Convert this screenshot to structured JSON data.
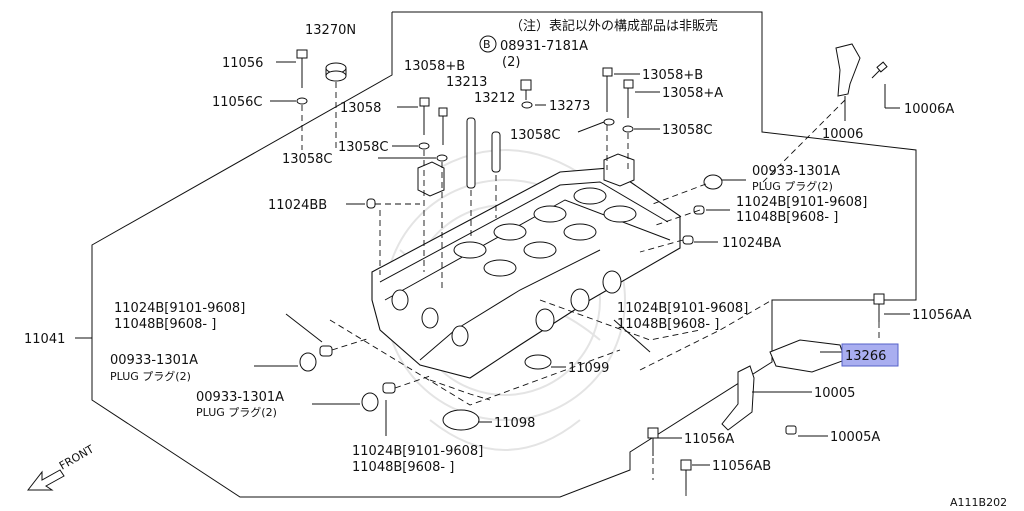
{
  "diagram": {
    "note": "（注）表記以外の構成部品は非販売",
    "ref_code": "A111B202",
    "front_label": "FRONT",
    "highlight_color": "#a9aef0",
    "labels": {
      "l13270N": "13270N",
      "l11056": "11056",
      "l11056C": "11056C",
      "l13058B_left": "13058+B",
      "l13213": "13213",
      "l13058": "13058",
      "l13058C_1": "13058C",
      "l13058C_2": "13058C",
      "l08931": "08931-7181A",
      "l08931_qty": "(2)",
      "l13212": "13212",
      "l13273": "13273",
      "l13058C_3": "13058C",
      "l13058B_right": "13058+B",
      "l13058A": "13058+A",
      "l13058C_4": "13058C",
      "l10006": "10006",
      "l10006A": "10006A",
      "l00933_top": "00933-1301A",
      "l00933_top_sub": "PLUG プラグ(2)",
      "l11024B_top": "11024B[9101-9608]",
      "l11048B_top": "11048B[9608-    ]",
      "l11024BB": "11024BB",
      "l11024BA": "11024BA",
      "l11041": "11041",
      "l11024B_left": "11024B[9101-9608]",
      "l11048B_left": "11048B[9608-    ]",
      "l00933_left": "00933-1301A",
      "l00933_left_sub": "PLUG プラグ(2)",
      "l00933_bot": "00933-1301A",
      "l00933_bot_sub": "PLUG プラグ(2)",
      "l11024B_mid": "11024B[9101-9608]",
      "l11048B_mid": "11048B[9608-    ]",
      "l11099": "11099",
      "l11098": "11098",
      "l11024B_bot": "11024B[9101-9608]",
      "l11048B_bot": "11048B[9608-    ]",
      "l11056AA": "11056AA",
      "l13266": "13266",
      "l10005": "10005",
      "l11056A": "11056A",
      "l10005A": "10005A",
      "l11056AB": "11056AB"
    }
  }
}
